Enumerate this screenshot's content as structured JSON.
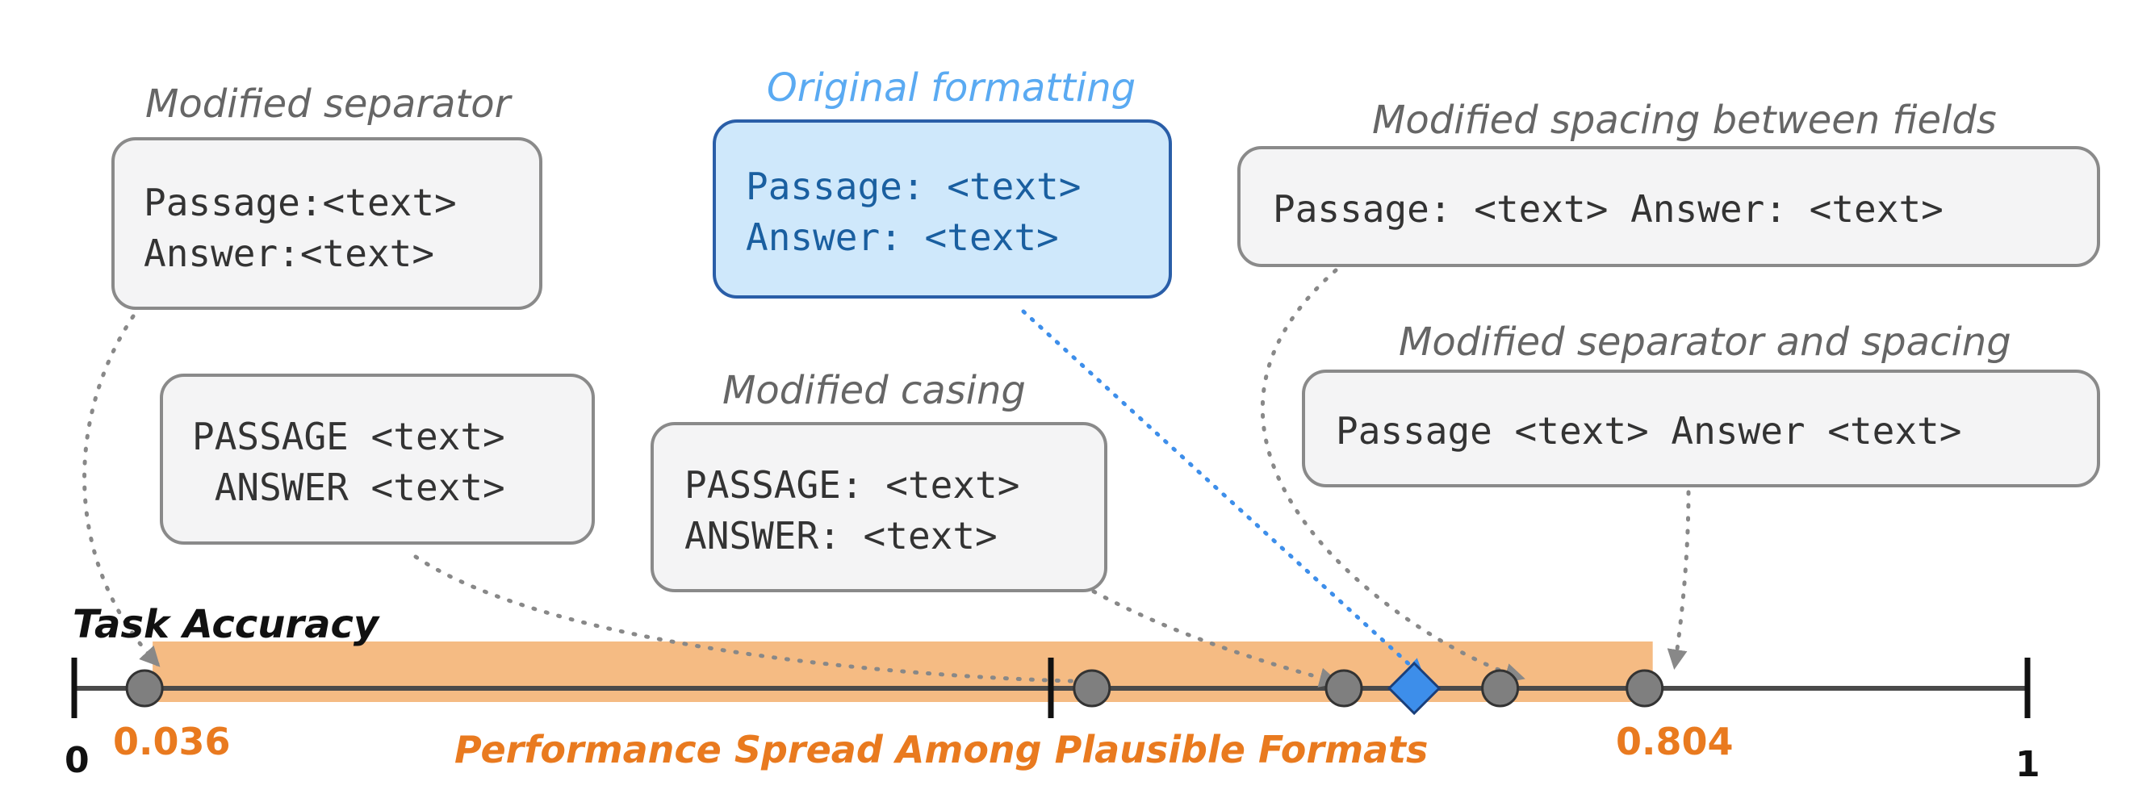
{
  "axis": {
    "title": "Task Accuracy",
    "min_label": "0",
    "max_label": "1",
    "range": [
      0,
      1
    ],
    "spread_min": 0.036,
    "spread_max": 0.804,
    "spread_min_label": "0.036",
    "spread_max_label": "0.804",
    "spread_label": "Performance Spread Among Plausible Formats",
    "mid_tick": 0.5
  },
  "points": [
    {
      "id": "modified-separator",
      "value": 0.036,
      "kind": "circle"
    },
    {
      "id": "uppercase-no-colon",
      "value": 0.521,
      "kind": "circle"
    },
    {
      "id": "modified-casing",
      "value": 0.65,
      "kind": "circle"
    },
    {
      "id": "original",
      "value": 0.686,
      "kind": "diamond"
    },
    {
      "id": "modified-spacing",
      "value": 0.73,
      "kind": "circle"
    },
    {
      "id": "separator-and-spacing",
      "value": 0.804,
      "kind": "circle"
    }
  ],
  "formats": {
    "modified_separator": {
      "caption": "Modified separator",
      "line1": "Passage:<text>",
      "line2": "Answer:<text>"
    },
    "original": {
      "caption": "Original formatting",
      "line1": "Passage: <text>",
      "line2": "Answer: <text>"
    },
    "modified_spacing": {
      "caption": "Modified spacing between fields",
      "line1": "Passage: <text> Answer: <text>"
    },
    "uppercase": {
      "line1": "PASSAGE <text>",
      "line2": " ANSWER <text>"
    },
    "modified_casing": {
      "caption": "Modified casing",
      "line1": "PASSAGE: <text>",
      "line2": "ANSWER: <text>"
    },
    "separator_spacing": {
      "caption": "Modified separator and spacing",
      "line1": "Passage <text> Answer <text>"
    }
  },
  "colors": {
    "spread_fill": "#f5bb83",
    "axis_line": "#4a4a4a",
    "point_fill": "#7f7f7f",
    "original_fill": "#3d8eea",
    "connector_gray": "#888888",
    "connector_blue": "#3d8eea",
    "accent_orange": "#e97a1f"
  }
}
